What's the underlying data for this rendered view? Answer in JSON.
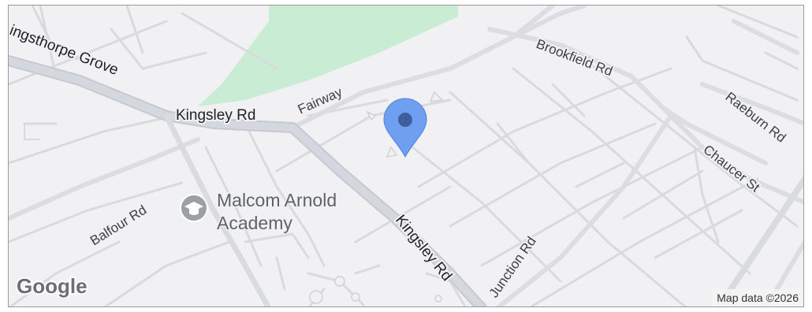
{
  "map": {
    "attribution": "Map data ©2026",
    "logo": "Google",
    "marker": {
      "color": "#6f9ff0",
      "icon": "map-pin-icon"
    },
    "park_color": "#c8ecd4",
    "poi": {
      "name_line1": "Malcom Arnold",
      "name_line2": "Academy",
      "icon": "school-icon"
    },
    "streets": {
      "kingsthorpe_grove": "ingsthorpe Grove",
      "kingsley_rd_west": "Kingsley Rd",
      "kingsley_rd_south": "Kingsley Rd",
      "fairway": "Fairway",
      "brookfield_rd": "Brookfield Rd",
      "raeburn_rd": "Raeburn Rd",
      "chaucer_st": "Chaucer St",
      "balfour_rd": "Balfour Rd",
      "junction_rd": "Junction Rd"
    }
  }
}
